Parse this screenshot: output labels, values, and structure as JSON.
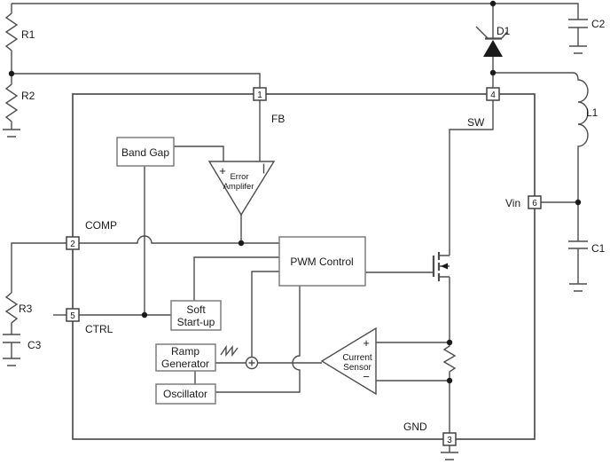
{
  "colors": {
    "background": "#ffffff",
    "wire": "#4d4d4d",
    "block_border": "#7d7d7d",
    "text": "#1a1a1a"
  },
  "pins": {
    "fb": {
      "num": "1",
      "label": "FB"
    },
    "comp": {
      "num": "2",
      "label": "COMP"
    },
    "gnd": {
      "num": "3",
      "label": "GND"
    },
    "sw": {
      "num": "4",
      "label": "SW"
    },
    "ctrl": {
      "num": "5",
      "label": "CTRL"
    },
    "vin": {
      "num": "6",
      "label": "Vin"
    }
  },
  "blocks": {
    "band_gap": "Band Gap",
    "pwm_control": "PWM Control",
    "soft_startup_line1": "Soft",
    "soft_startup_line2": "Start-up",
    "ramp_generator_line1": "Ramp",
    "ramp_generator_line2": "Generator",
    "oscillator": "Oscillator",
    "error_amplifier_line1": "Error",
    "error_amplifier_line2": "Amplifer",
    "error_amplifier_plus": "+",
    "current_sensor_line1": "Current",
    "current_sensor_line2": "Sensor",
    "current_sensor_plus": "+",
    "current_sensor_minus": "−"
  },
  "parts": {
    "r1": "R1",
    "r2": "R2",
    "r3": "R3",
    "c1": "C1",
    "c2": "C2",
    "c3": "C3",
    "d1": "D1",
    "l1": "L1"
  }
}
